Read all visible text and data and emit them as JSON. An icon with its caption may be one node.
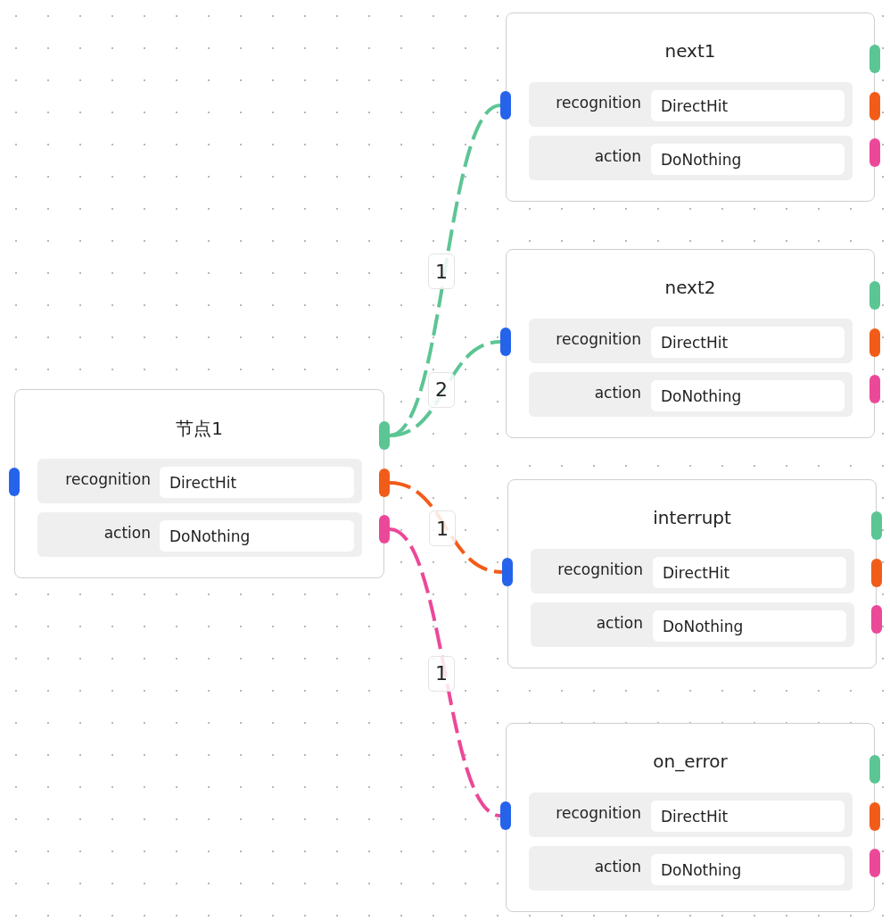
{
  "diagram": {
    "nodes": [
      {
        "text": [
          "节点1"
        ]
      },
      {
        "text": [
          "recognition"
        ],
        "in": 0
      },
      {
        "text": [
          "DirectHit"
        ],
        "in": 1
      },
      {
        "text": [
          "action"
        ],
        "in": 0
      },
      {
        "text": [
          "DoNothing"
        ],
        "in": 3
      },
      {
        "text": [],
        "shape": "bar"
      },
      {
        "text": [],
        "shape": "bar"
      },
      {
        "text": [],
        "shape": "bar"
      },
      {
        "text": [],
        "shape": "bar"
      },
      {
        "text": [
          "next1"
        ]
      },
      {
        "text": [
          "recognition"
        ],
        "in": 9
      },
      {
        "text": [
          "DirectHit"
        ],
        "in": 10
      },
      {
        "text": [
          "action"
        ],
        "in": 9
      },
      {
        "text": [
          "DoNothing"
        ],
        "in": 12
      },
      {
        "text": [],
        "shape": "bar"
      },
      {
        "text": [],
        "shape": "bar"
      },
      {
        "text": [],
        "shape": "bar"
      },
      {
        "text": [],
        "shape": "bar"
      },
      {
        "text": [
          "next2"
        ]
      },
      {
        "text": [
          "recognition"
        ],
        "in": 18
      },
      {
        "text": [
          "DirectHit"
        ],
        "in": 19
      },
      {
        "text": [
          "action"
        ],
        "in": 18
      },
      {
        "text": [
          "DoNothing"
        ],
        "in": 21
      },
      {
        "text": [],
        "shape": "bar"
      },
      {
        "text": [],
        "shape": "bar"
      },
      {
        "text": [],
        "shape": "bar"
      },
      {
        "text": [],
        "shape": "bar"
      },
      {
        "text": [
          "interrupt"
        ]
      },
      {
        "text": [
          "recognition"
        ],
        "in": 27
      },
      {
        "text": [
          "DirectHit"
        ],
        "in": 28
      },
      {
        "text": [
          "action"
        ],
        "in": 27
      },
      {
        "text": [
          "DoNothing"
        ],
        "in": 30
      },
      {
        "text": [],
        "shape": "bar"
      },
      {
        "text": [],
        "shape": "bar"
      },
      {
        "text": [],
        "shape": "bar"
      },
      {
        "text": [],
        "shape": "bar"
      },
      {
        "text": [
          "on_error"
        ]
      },
      {
        "text": [
          "recognition"
        ],
        "in": 36
      },
      {
        "text": [
          "DirectHit"
        ],
        "in": 37
      },
      {
        "text": [
          "action"
        ],
        "in": 36
      },
      {
        "text": [
          "DoNothing"
        ],
        "in": 39
      },
      {
        "text": [],
        "shape": "bar"
      },
      {
        "text": [],
        "shape": "bar"
      },
      {
        "text": [],
        "shape": "bar"
      },
      {
        "text": [],
        "shape": "bar"
      }
    ],
    "edges": [
      {
        "from": 6,
        "to": 14,
        "arrow": "none",
        "label": "1",
        "style": "dashed"
      },
      {
        "from": 6,
        "to": 23,
        "arrow": "none",
        "label": "2",
        "style": "dashed"
      },
      {
        "from": 7,
        "to": 32,
        "arrow": "none",
        "label": "1",
        "style": "dashed",
        "color": "#f25c19"
      },
      {
        "from": 8,
        "to": 41,
        "arrow": "none",
        "label": "1",
        "style": "dashed",
        "color": "#ec4899"
      }
    ]
  }
}
